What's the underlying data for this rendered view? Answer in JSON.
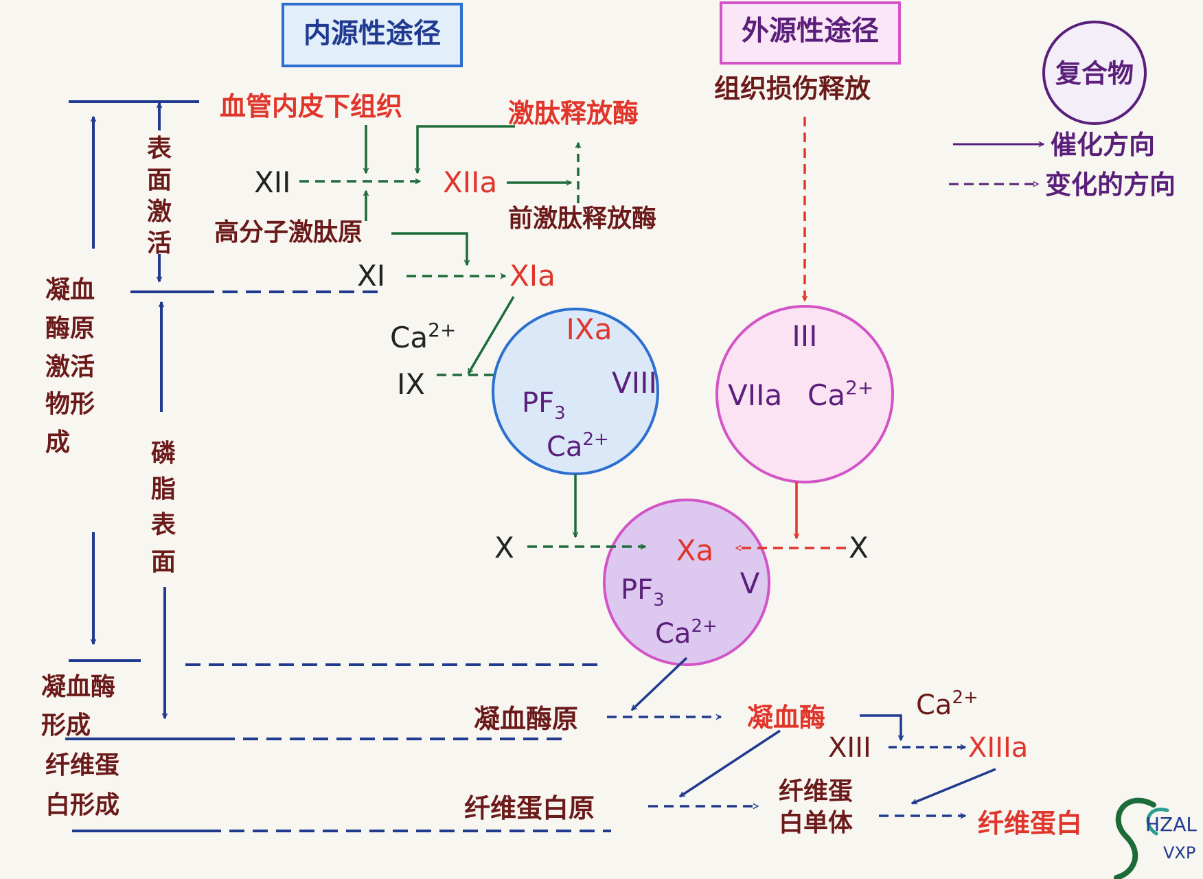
{
  "colors": {
    "navy": "#1f3a8f",
    "green": "#1e6b3a",
    "red": "#e0352b",
    "maroon": "#6b1a1a",
    "purple": "#5a1f7a",
    "pink": "#d254c6",
    "blue": "#2b6fd0"
  },
  "headers": {
    "intrinsic": "内源性途径",
    "extrinsic": "外源性途径"
  },
  "legend": {
    "complex_label": "复合物",
    "catalysis_label": "催化方向",
    "change_label": "变化的方向"
  },
  "left": {
    "surface_activation": [
      "表",
      "面",
      "激",
      "活"
    ],
    "prothrombin_activator": [
      "凝血",
      "酶原",
      "激活",
      "物形",
      "成"
    ],
    "phospholipid_surface": [
      "磷",
      "脂",
      "表",
      "面"
    ],
    "thrombin_formation": [
      "凝血酶",
      "形成"
    ],
    "fibrin_formation": [
      "纤维蛋",
      "白形成"
    ]
  },
  "intrinsic": {
    "subendothelium": "血管内皮下组织",
    "kallikrein": "激肽释放酶",
    "prekallikrein": "前激肽释放酶",
    "hmwk": "高分子激肽原",
    "xii": "XII",
    "xiia": "XIIa",
    "xi": "XI",
    "xia": "XIa",
    "ca": "Ca",
    "ca_sup": "2+",
    "ix": "IX"
  },
  "complex_ixa": {
    "ixa": "IXa",
    "viii": "VIII",
    "pf": "PF",
    "pf_sub": "3",
    "ca": "Ca",
    "ca_sup": "2+"
  },
  "extrinsic": {
    "tissue_release": "组织损伤释放"
  },
  "complex_iii": {
    "iii": "III",
    "viia": "VIIa",
    "ca": "Ca",
    "ca_sup": "2+"
  },
  "complex_xa": {
    "x_left": "X",
    "x_right": "X",
    "xa": "Xa",
    "v": "V",
    "pf": "PF",
    "pf_sub": "3",
    "ca": "Ca",
    "ca_sup": "2+"
  },
  "common": {
    "prothrombin": "凝血酶原",
    "thrombin": "凝血酶",
    "ca": "Ca",
    "ca_sup": "2+",
    "xiii": "XIII",
    "xiiia": "XIIIa",
    "fibrinogen": "纤维蛋白原",
    "monomer_1": "纤维蛋",
    "monomer_2": "白单体",
    "fibrin": "纤维蛋白"
  },
  "watermark": {
    "line1": "HZAL",
    "line2": "VXP"
  }
}
